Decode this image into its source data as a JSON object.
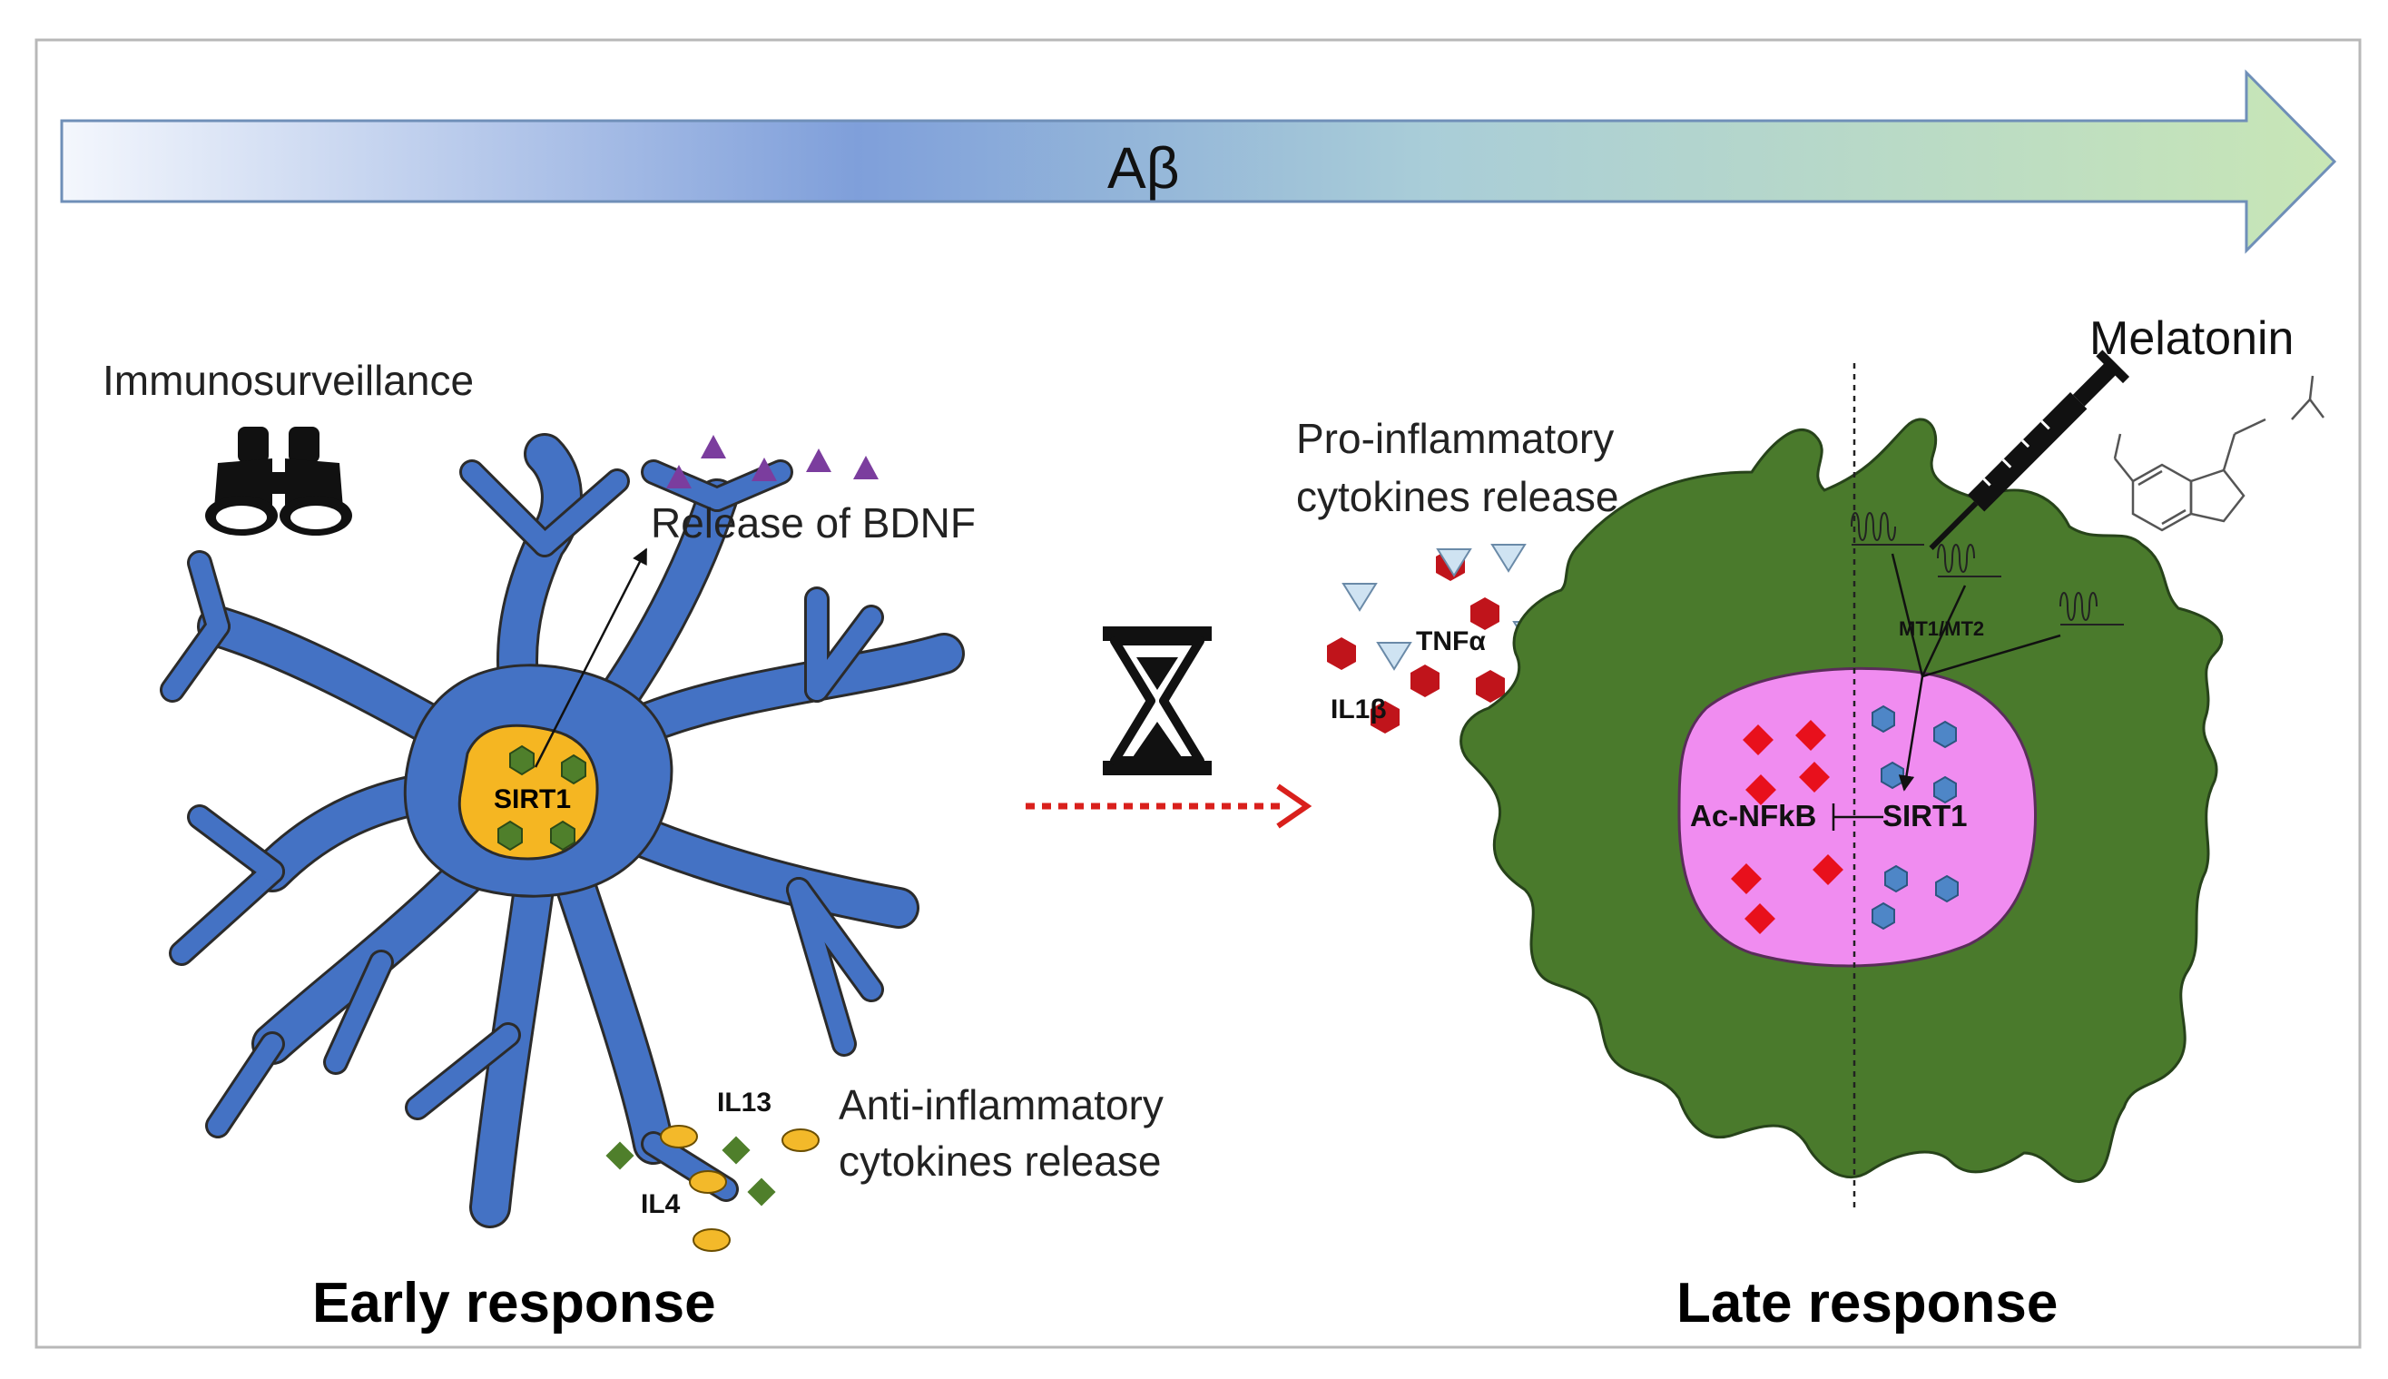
{
  "arrow_label": "Aβ",
  "left": {
    "immuno": "Immunosurveillance",
    "bdnf": "Release of BDNF",
    "sirt1": "SIRT1",
    "il13": "IL13",
    "il4": "IL4",
    "anti_line1": "Anti-inflammatory",
    "anti_line2": "cytokines release",
    "title": "Early response"
  },
  "right": {
    "pro_line1": "Pro-inflammatory",
    "pro_line2": "cytokines release",
    "tnf": "TNFα",
    "il1b": "IL1β",
    "melatonin": "Melatonin",
    "mt": "MT1/MT2",
    "acnfkb": "Ac-NFkB",
    "sirt1": "SIRT1",
    "title": "Late response"
  },
  "colors": {
    "microglia_resting": "#4472c4",
    "microglia_activated": "#4a7a2c",
    "nucleus_early": "#f5b622",
    "nucleus_late": "#f08cf0",
    "bdnf_triangle": "#7b3d9e",
    "il4_oval": "#f3b92a",
    "il13_diamond": "#4f7f2b",
    "pro_hexagon": "#c0141b",
    "pro_triangle": "#cfe3f2",
    "nfkb_diamond": "#e8101c",
    "sirt1_dot": "#4e86c7",
    "dotted_arrow": "#d9201c"
  },
  "icons": [
    "binoculars-icon",
    "hourglass-icon",
    "syringe-icon",
    "melatonin-structure-icon",
    "receptor-icon"
  ]
}
